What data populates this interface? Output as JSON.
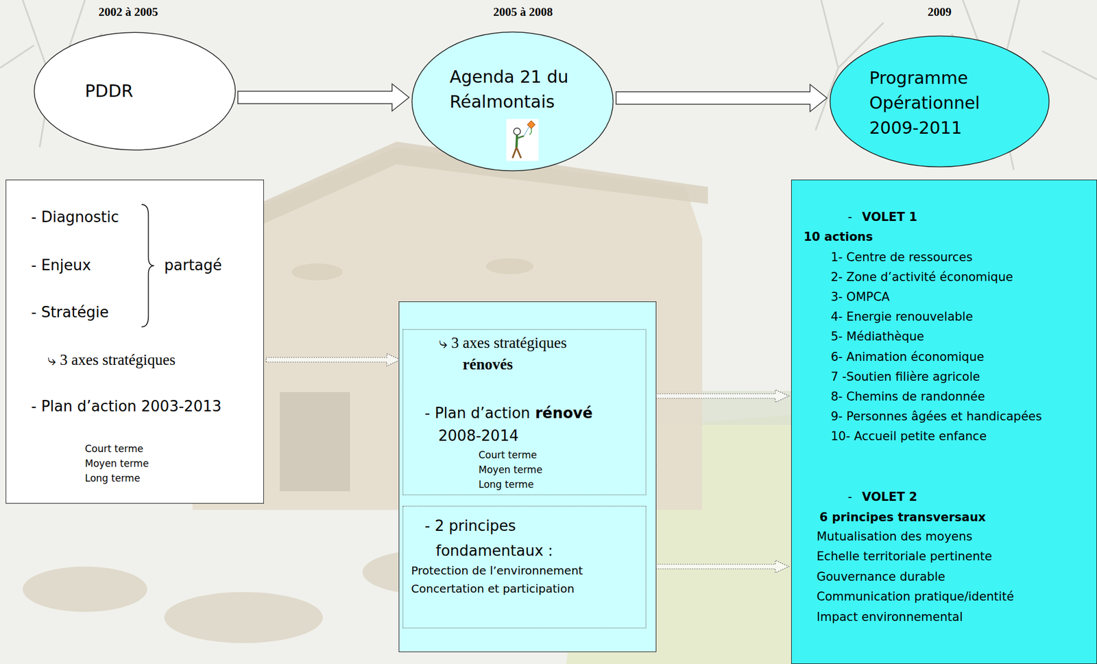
{
  "diagram": {
    "nodes": [
      {
        "text": [
          "PDDR"
        ]
      },
      {
        "text": [
          "Agenda 21 du Réalmontais"
        ]
      },
      {
        "text": [
          "Programme Opérationnel 2009-2011"
        ]
      },
      {
        "text": [
          "- Diagnostic",
          "- Enjeux",
          "- Stratégie",
          "partagé",
          "⤷ 3 axes stratégiques",
          "- Plan d’action 2003-2013",
          "Court terme",
          "Moyen terme",
          "Long terme"
        ]
      },
      {
        "text": []
      },
      {
        "text": [
          "⤷ 3 axes stratégiques",
          "rénovés",
          "- Plan d’action",
          "rénové",
          "2008-2014",
          "Court terme",
          "Moyen terme",
          "Long terme"
        ],
        "in": 4
      },
      {
        "text": [
          "- 2 principes fondamentaux :",
          "Protection de l’environnement",
          "Concertation et participation"
        ],
        "in": 4
      },
      {
        "text": [
          "-",
          "VOLET 1",
          "10 actions",
          "1- Centre de ressources",
          "2- Zone d’activité économique",
          "3- OMPCA",
          "4- Energie renouvelable",
          "5- Médiathèque",
          "6- Animation économique",
          "7 -Soutien filière agricole",
          "8- Chemins de randonnée",
          "9- Personnes âgées et handicapées",
          "10- Accueil petite enfance",
          "-",
          "VOLET 2",
          "6 principes transversaux",
          "Mutualisation des moyens",
          "Echelle territoriale pertinente",
          "Gouvernance durable",
          "Communication pratique/identité",
          "Impact environnemental"
        ]
      }
    ],
    "edges": [
      {
        "from": 0,
        "to": 1,
        "arrow": "to"
      },
      {
        "from": 1,
        "to": 2,
        "arrow": "to"
      },
      {
        "from": 3,
        "to": 5,
        "arrow": "to"
      },
      {
        "from": 5,
        "to": 7,
        "arrow": "to"
      },
      {
        "from": 6,
        "to": 7,
        "arrow": "to"
      }
    ],
    "labels": [
      "2002 à 2005",
      "2005 à 2008",
      "2009"
    ]
  }
}
